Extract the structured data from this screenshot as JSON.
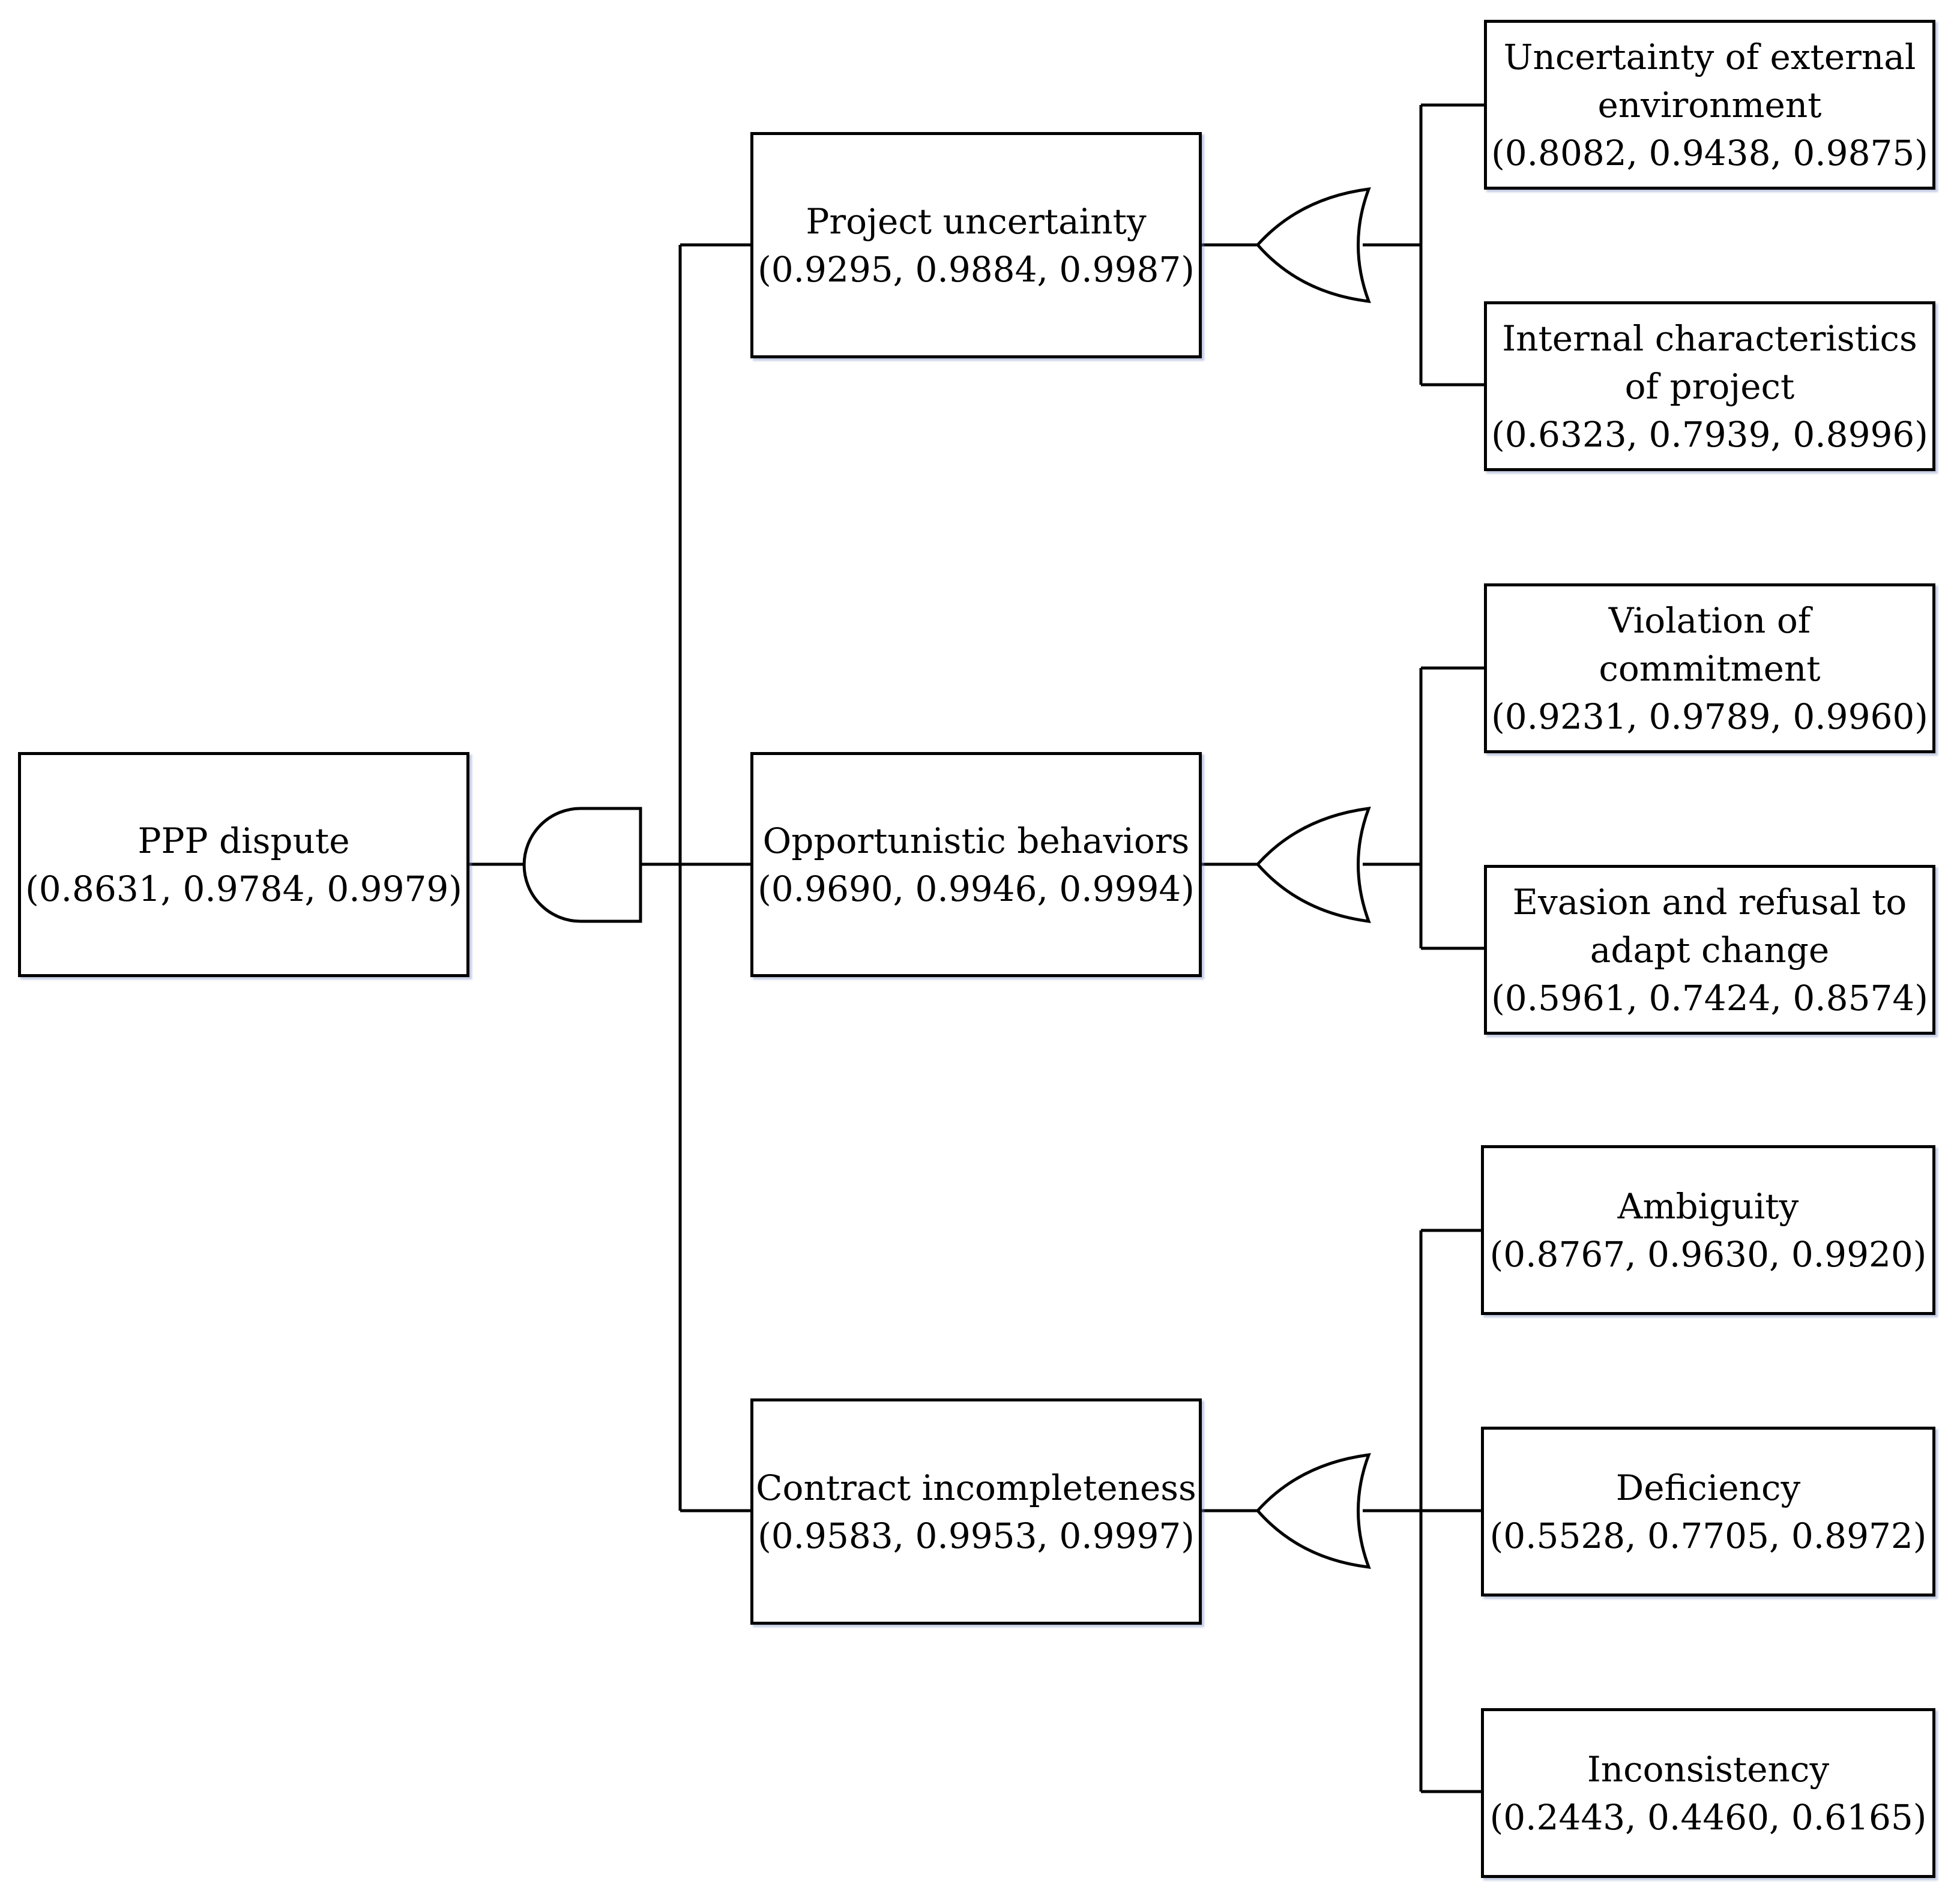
{
  "top_event": {
    "name": "PPP dispute",
    "values": "(0.8631, 0.9784, 0.9979)",
    "gate": "and"
  },
  "intermediate_events": [
    {
      "id": "project-uncertainty",
      "name": "Project uncertainty",
      "values": "(0.9295, 0.9884, 0.9987)",
      "gate": "or",
      "basic_events": [
        {
          "lines": [
            "Uncertainty of external",
            "environment"
          ],
          "values": "(0.8082, 0.9438, 0.9875)"
        },
        {
          "lines": [
            "Internal characteristics",
            "of project"
          ],
          "values": "(0.6323, 0.7939, 0.8996)"
        }
      ]
    },
    {
      "id": "opportunistic-behaviors",
      "name": "Opportunistic behaviors",
      "values": "(0.9690, 0.9946, 0.9994)",
      "gate": "or",
      "basic_events": [
        {
          "lines": [
            "Violation of",
            "commitment"
          ],
          "values": "(0.9231, 0.9789, 0.9960)"
        },
        {
          "lines": [
            "Evasion and refusal to",
            "adapt change"
          ],
          "values": "(0.5961, 0.7424, 0.8574)"
        }
      ]
    },
    {
      "id": "contract-incompleteness",
      "name": "Contract incompleteness",
      "values": "(0.9583, 0.9953, 0.9997)",
      "gate": "or",
      "basic_events": [
        {
          "lines": [
            "Ambiguity"
          ],
          "values": "(0.8767, 0.9630, 0.9920)"
        },
        {
          "lines": [
            "Deficiency"
          ],
          "values": "(0.5528, 0.7705, 0.8972)"
        },
        {
          "lines": [
            "Inconsistency"
          ],
          "values": "(0.2443, 0.4460, 0.6165)"
        }
      ]
    }
  ]
}
